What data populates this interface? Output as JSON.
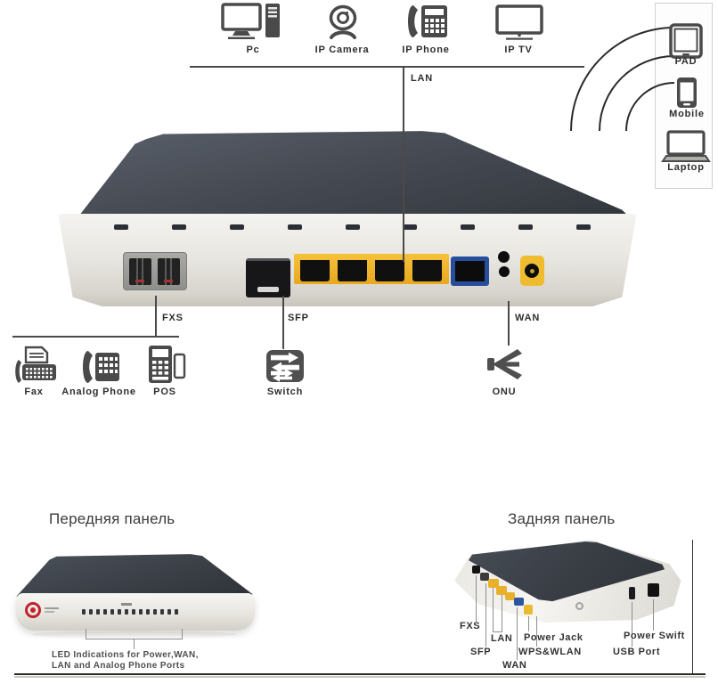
{
  "connection_labels": {
    "lan": "LAN",
    "fxs": "FXS",
    "sfp": "SFP",
    "wan": "WAN"
  },
  "top_devices": [
    {
      "icon": "pc-icon",
      "label": "Pc"
    },
    {
      "icon": "ip-camera-icon",
      "label": "IP Camera"
    },
    {
      "icon": "ip-phone-icon",
      "label": "IP Phone"
    },
    {
      "icon": "ip-tv-icon",
      "label": "IP TV"
    }
  ],
  "wireless_devices": [
    {
      "icon": "tablet-icon",
      "label": "PAD"
    },
    {
      "icon": "mobile-icon",
      "label": "Mobile"
    },
    {
      "icon": "laptop-icon",
      "label": "Laptop"
    }
  ],
  "fxs_devices": [
    {
      "icon": "fax-icon",
      "label": "Fax"
    },
    {
      "icon": "analog-phone-icon",
      "label": "Analog Phone"
    },
    {
      "icon": "pos-icon",
      "label": "POS"
    }
  ],
  "sfp_device": {
    "icon": "switch-icon",
    "label": "Switch"
  },
  "wan_device": {
    "icon": "onu-icon",
    "label": "ONU"
  },
  "front_panel": {
    "title": "Передняя панель",
    "caption_line1": "LED Indications for Power,WAN,",
    "caption_line2": "LAN and Analog Phone Ports"
  },
  "back_panel": {
    "title": "Задняя панель",
    "labels": {
      "fxs": "FXS",
      "lan": "LAN",
      "sfp": "SFP",
      "wan": "WAN",
      "power_jack": "Power Jack",
      "wps_wlan": "WPS&WLAN",
      "usb_port": "USB Port",
      "power_switch": "Power Swift"
    }
  },
  "colors": {
    "icon_gray": "#4a4a4a",
    "router_top": "#42474f",
    "router_body": "#ece9e3",
    "lan_port_yellow": "#f0b42c",
    "wan_port_blue": "#2b4f9e",
    "power_jack_yellow": "#efbc30",
    "logo_red": "#c0242b"
  }
}
